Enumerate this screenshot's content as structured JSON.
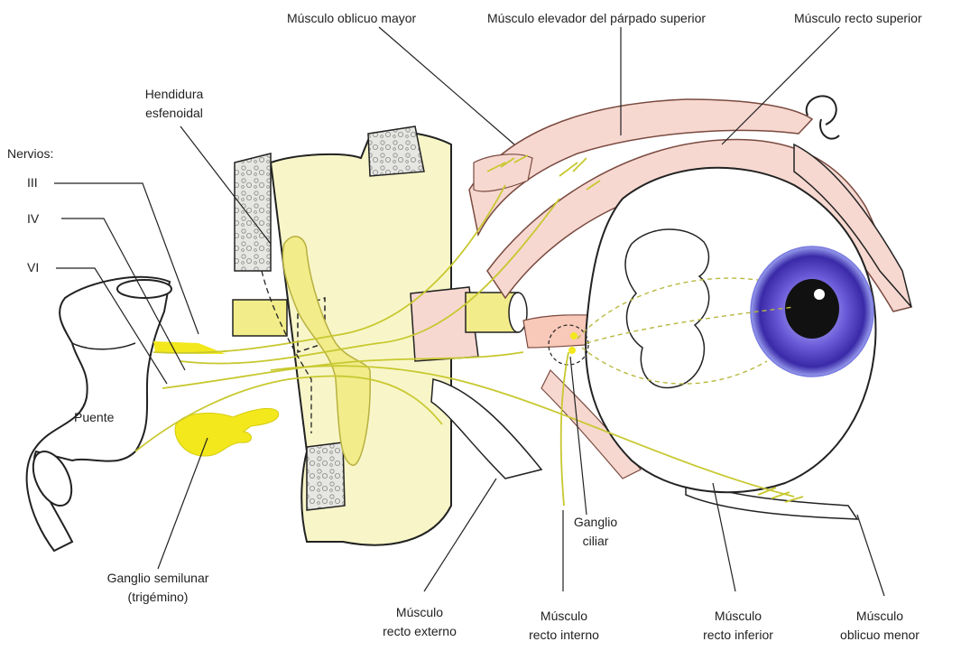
{
  "labels": {
    "oblicuo_mayor": "Músculo oblicuo mayor",
    "elevador": "Músculo elevador del párpado superior",
    "recto_superior": "Músculo recto superior",
    "hendidura_1": "Hendidura",
    "hendidura_2": "esfenoidal",
    "nervios": "Nervios:",
    "nervio_iii": "III",
    "nervio_iv": "IV",
    "nervio_vi": "VI",
    "puente": "Puente",
    "ganglio_semilunar_1": "Ganglio semilunar",
    "ganglio_semilunar_2": "(trigémino)",
    "ganglio_ciliar_1": "Ganglio",
    "ganglio_ciliar_2": "ciliar",
    "recto_externo_1": "Músculo",
    "recto_externo_2": "recto externo",
    "recto_interno_1": "Músculo",
    "recto_interno_2": "recto interno",
    "recto_inferior_1": "Músculo",
    "recto_inferior_2": "recto inferior",
    "oblicuo_menor_1": "Músculo",
    "oblicuo_menor_2": "oblicuo menor"
  },
  "colors": {
    "bone": "#f8f6c8",
    "bone_porous": "#dcdcd8",
    "muscle": "#f6d8d0",
    "muscle_stroke": "#7a4a40",
    "nerve": "#f2e81c",
    "nerve_line": "#c8c830",
    "iris": "#6a5ad8",
    "outline": "#222222"
  }
}
